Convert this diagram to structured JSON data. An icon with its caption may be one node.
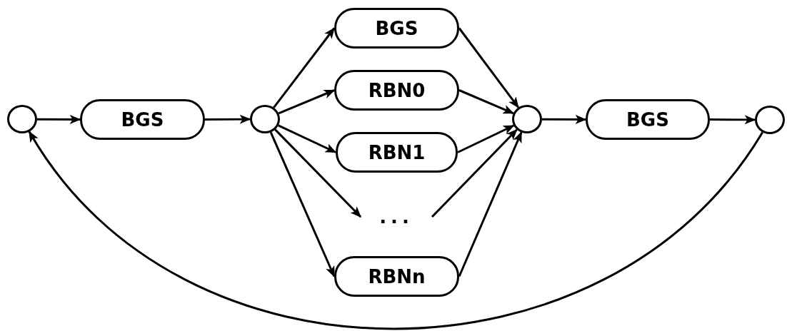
{
  "diagram": {
    "nodes": [
      {
        "text": [],
        "shape": "circle"
      },
      {
        "text": [
          "BGS"
        ]
      },
      {
        "text": [],
        "shape": "circle"
      },
      {
        "text": [
          "BGS"
        ]
      },
      {
        "text": [
          "RBN0"
        ]
      },
      {
        "text": [
          "RBN1"
        ]
      },
      {
        "text": [
          "..."
        ]
      },
      {
        "text": [
          "RBNn"
        ]
      },
      {
        "text": [],
        "shape": "circle"
      },
      {
        "text": [
          "BGS"
        ]
      },
      {
        "text": [],
        "shape": "circle"
      }
    ],
    "edges": [
      {
        "from": 0,
        "to": 1,
        "arrow": "to"
      },
      {
        "from": 1,
        "to": 2,
        "arrow": "to"
      },
      {
        "from": 2,
        "to": 3,
        "arrow": "to"
      },
      {
        "from": 2,
        "to": 4,
        "arrow": "to"
      },
      {
        "from": 2,
        "to": 5,
        "arrow": "to"
      },
      {
        "from": 2,
        "to": 6,
        "arrow": "to"
      },
      {
        "from": 2,
        "to": 7,
        "arrow": "to"
      },
      {
        "from": 3,
        "to": 8,
        "arrow": "to"
      },
      {
        "from": 4,
        "to": 8,
        "arrow": "to"
      },
      {
        "from": 5,
        "to": 8,
        "arrow": "to"
      },
      {
        "from": 6,
        "to": 8,
        "arrow": "to"
      },
      {
        "from": 7,
        "to": 8,
        "arrow": "to"
      },
      {
        "from": 8,
        "to": 9,
        "arrow": "to"
      },
      {
        "from": 9,
        "to": 10,
        "arrow": "to"
      },
      {
        "from": 10,
        "to": 0,
        "arrow": "to"
      }
    ]
  }
}
